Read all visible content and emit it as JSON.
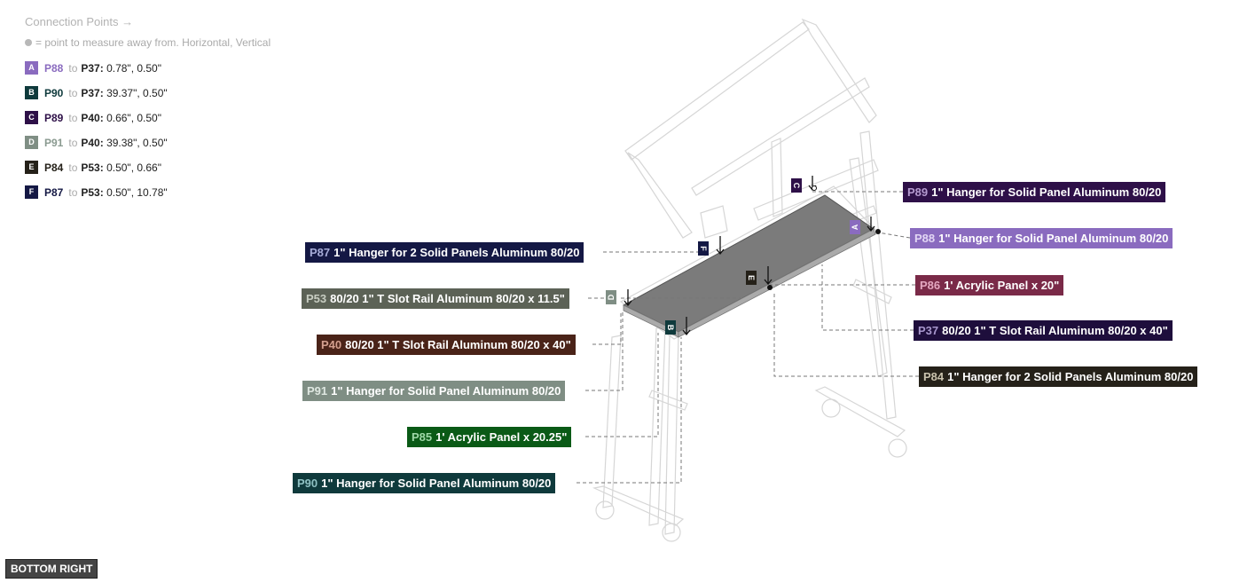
{
  "legend": {
    "title": "Connection Points →",
    "note": "= point to measure away from. Horizontal, Vertical",
    "items": [
      {
        "letter": "A",
        "from": "P88",
        "to_word": "to",
        "to": "P37:",
        "value": "0.78\", 0.50\"",
        "color": "#8a6bbf",
        "from_color": "#8a6bbf"
      },
      {
        "letter": "B",
        "from": "P90",
        "to_word": "to",
        "to": "P37:",
        "value": "39.37\", 0.50\"",
        "color": "#0f3a3c",
        "from_color": "#0f3a3c"
      },
      {
        "letter": "C",
        "from": "P89",
        "to_word": "to",
        "to": "P40:",
        "value": "0.66\", 0.50\"",
        "color": "#2e1048",
        "from_color": "#2e1048"
      },
      {
        "letter": "D",
        "from": "P91",
        "to_word": "to",
        "to": "P40:",
        "value": "39.38\", 0.50\"",
        "color": "#7f8e84",
        "from_color": "#8a9a90"
      },
      {
        "letter": "E",
        "from": "P84",
        "to_word": "to",
        "to": "P53:",
        "value": "0.50\", 0.66\"",
        "color": "#252119",
        "from_color": "#252119"
      },
      {
        "letter": "F",
        "from": "P87",
        "to_word": "to",
        "to": "P53:",
        "value": "0.50\", 10.78\"",
        "color": "#141844",
        "from_color": "#141844"
      }
    ]
  },
  "parts": [
    {
      "id": "P87",
      "label": "1\" Hanger for 2 Solid Panels Aluminum 80/20",
      "bg": "#141844",
      "idcolor": "#a7acd8"
    },
    {
      "id": "P53",
      "label": "80/20 1\" T Slot Rail Aluminum 80/20 x 11.5\"",
      "bg": "#5c6256",
      "idcolor": "#c8cdc2"
    },
    {
      "id": "P40",
      "label": "80/20 1\" T Slot Rail Aluminum 80/20 x 40\"",
      "bg": "#4a2318",
      "idcolor": "#d39f8e"
    },
    {
      "id": "P91",
      "label": "1\" Hanger for Solid Panel Aluminum 80/20",
      "bg": "#7f8e84",
      "idcolor": "#dfe7e1"
    },
    {
      "id": "P85",
      "label": "1' Acrylic Panel x 20.25\"",
      "bg": "#0a5a16",
      "idcolor": "#9fd8a8"
    },
    {
      "id": "P90",
      "label": "1\" Hanger for Solid Panel Aluminum 80/20",
      "bg": "#0f3a3c",
      "idcolor": "#8fc1c3"
    },
    {
      "id": "P89",
      "label": "1\" Hanger for Solid Panel Aluminum 80/20",
      "bg": "#2e1048",
      "idcolor": "#b59bd0"
    },
    {
      "id": "P88",
      "label": "1\" Hanger for Solid Panel Aluminum 80/20",
      "bg": "#8a6bbf",
      "idcolor": "#e2d6f4"
    },
    {
      "id": "P86",
      "label": "1' Acrylic Panel x 20\"",
      "bg": "#7a2a48",
      "idcolor": "#e4a7c0"
    },
    {
      "id": "P37",
      "label": "80/20 1\" T Slot Rail Aluminum 80/20 x 40\"",
      "bg": "#1e0e3c",
      "idcolor": "#a796cc"
    },
    {
      "id": "P84",
      "label": "1\" Hanger for 2 Solid Panels Aluminum 80/20",
      "bg": "#252119",
      "idcolor": "#c9c2ad"
    }
  ],
  "markers": {
    "A": "A",
    "B": "B",
    "C": "C",
    "D": "D",
    "E": "E",
    "F": "F"
  },
  "view_button": "BOTTOM RIGHT"
}
